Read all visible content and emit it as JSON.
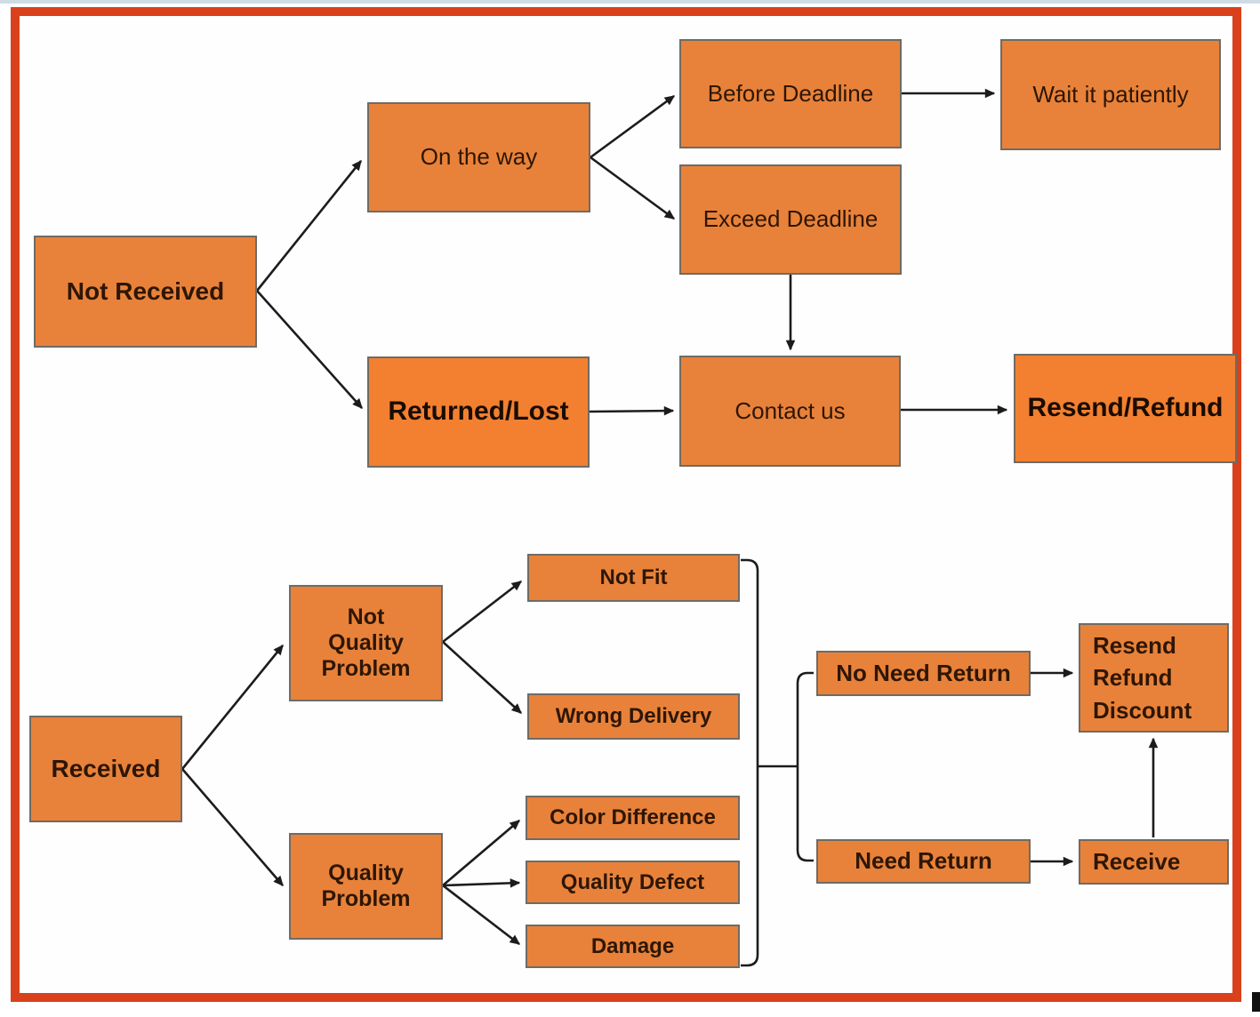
{
  "colors": {
    "frame": "#d8411b",
    "top_strip": "#cfdce6",
    "box_fill": "#e8823a",
    "box_fill_bright": "#f28030",
    "box_border": "#6f6b64",
    "line": "#1c1c1c",
    "text": "#2e1605"
  },
  "nodes": {
    "not_received": {
      "label": "Not Received"
    },
    "on_the_way": {
      "label": "On the way"
    },
    "before_deadline": {
      "label": "Before Deadline"
    },
    "wait_it_patiently": {
      "label": "Wait it patiently"
    },
    "exceed_deadline": {
      "label": "Exceed Deadline"
    },
    "returned_lost": {
      "label": "Returned/Lost"
    },
    "contact_us": {
      "label": "Contact us"
    },
    "resend_refund": {
      "label": "Resend/Refund"
    },
    "received": {
      "label": "Received"
    },
    "not_quality_problem": {
      "label": "Not Quality Problem"
    },
    "quality_problem": {
      "label": "Quality Problem"
    },
    "not_fit": {
      "label": "Not Fit"
    },
    "wrong_delivery": {
      "label": "Wrong Delivery"
    },
    "color_difference": {
      "label": "Color Difference"
    },
    "quality_defect": {
      "label": "Quality Defect"
    },
    "damage": {
      "label": "Damage"
    },
    "no_need_return": {
      "label": "No Need Return"
    },
    "need_return": {
      "label": "Need Return"
    },
    "resend_refund_discount": {
      "line1": "Resend",
      "line2": "Refund",
      "line3": "Discount"
    },
    "receive": {
      "label": "Receive"
    }
  },
  "edges": [
    {
      "from": "Not Received",
      "to": "On the way"
    },
    {
      "from": "Not Received",
      "to": "Returned/Lost"
    },
    {
      "from": "On the way",
      "to": "Before Deadline"
    },
    {
      "from": "On the way",
      "to": "Exceed Deadline"
    },
    {
      "from": "Before Deadline",
      "to": "Wait it patiently"
    },
    {
      "from": "Exceed Deadline",
      "to": "Contact us"
    },
    {
      "from": "Returned/Lost",
      "to": "Contact us"
    },
    {
      "from": "Contact us",
      "to": "Resend/Refund"
    },
    {
      "from": "Received",
      "to": "Not Quality Problem"
    },
    {
      "from": "Received",
      "to": "Quality Problem"
    },
    {
      "from": "Not Quality Problem",
      "to": "Not Fit"
    },
    {
      "from": "Not Quality Problem",
      "to": "Wrong Delivery"
    },
    {
      "from": "Quality Problem",
      "to": "Color Difference"
    },
    {
      "from": "Quality Problem",
      "to": "Quality Defect"
    },
    {
      "from": "Quality Problem",
      "to": "Damage"
    },
    {
      "from": "Not Fit / Wrong Delivery / Color Difference / Quality Defect / Damage",
      "to": "No Need Return"
    },
    {
      "from": "Not Fit / Wrong Delivery / Color Difference / Quality Defect / Damage",
      "to": "Need Return"
    },
    {
      "from": "No Need Return",
      "to": "Resend Refund Discount"
    },
    {
      "from": "Need Return",
      "to": "Receive"
    },
    {
      "from": "Receive",
      "to": "Resend Refund Discount"
    }
  ]
}
